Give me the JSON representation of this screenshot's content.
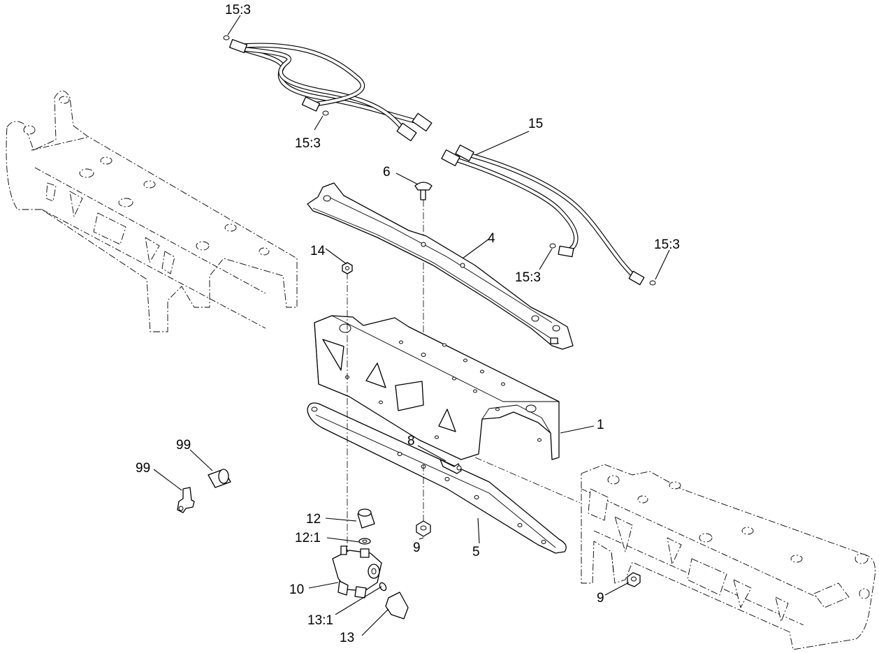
{
  "callouts": [
    {
      "id": "c-15-3-a",
      "label": "15:3"
    },
    {
      "id": "c-15-3-b",
      "label": "15:3"
    },
    {
      "id": "c-15",
      "label": "15"
    },
    {
      "id": "c-6",
      "label": "6"
    },
    {
      "id": "c-4",
      "label": "4"
    },
    {
      "id": "c-14",
      "label": "14"
    },
    {
      "id": "c-15-3-c",
      "label": "15:3"
    },
    {
      "id": "c-15-3-d",
      "label": "15:3"
    },
    {
      "id": "c-1",
      "label": "1"
    },
    {
      "id": "c-99-a",
      "label": "99"
    },
    {
      "id": "c-99-b",
      "label": "99"
    },
    {
      "id": "c-8",
      "label": "8"
    },
    {
      "id": "c-12",
      "label": "12"
    },
    {
      "id": "c-12-1",
      "label": "12:1"
    },
    {
      "id": "c-9-a",
      "label": "9"
    },
    {
      "id": "c-5",
      "label": "5"
    },
    {
      "id": "c-10",
      "label": "10"
    },
    {
      "id": "c-13-1",
      "label": "13:1"
    },
    {
      "id": "c-13",
      "label": "13"
    },
    {
      "id": "c-9-b",
      "label": "9"
    }
  ]
}
